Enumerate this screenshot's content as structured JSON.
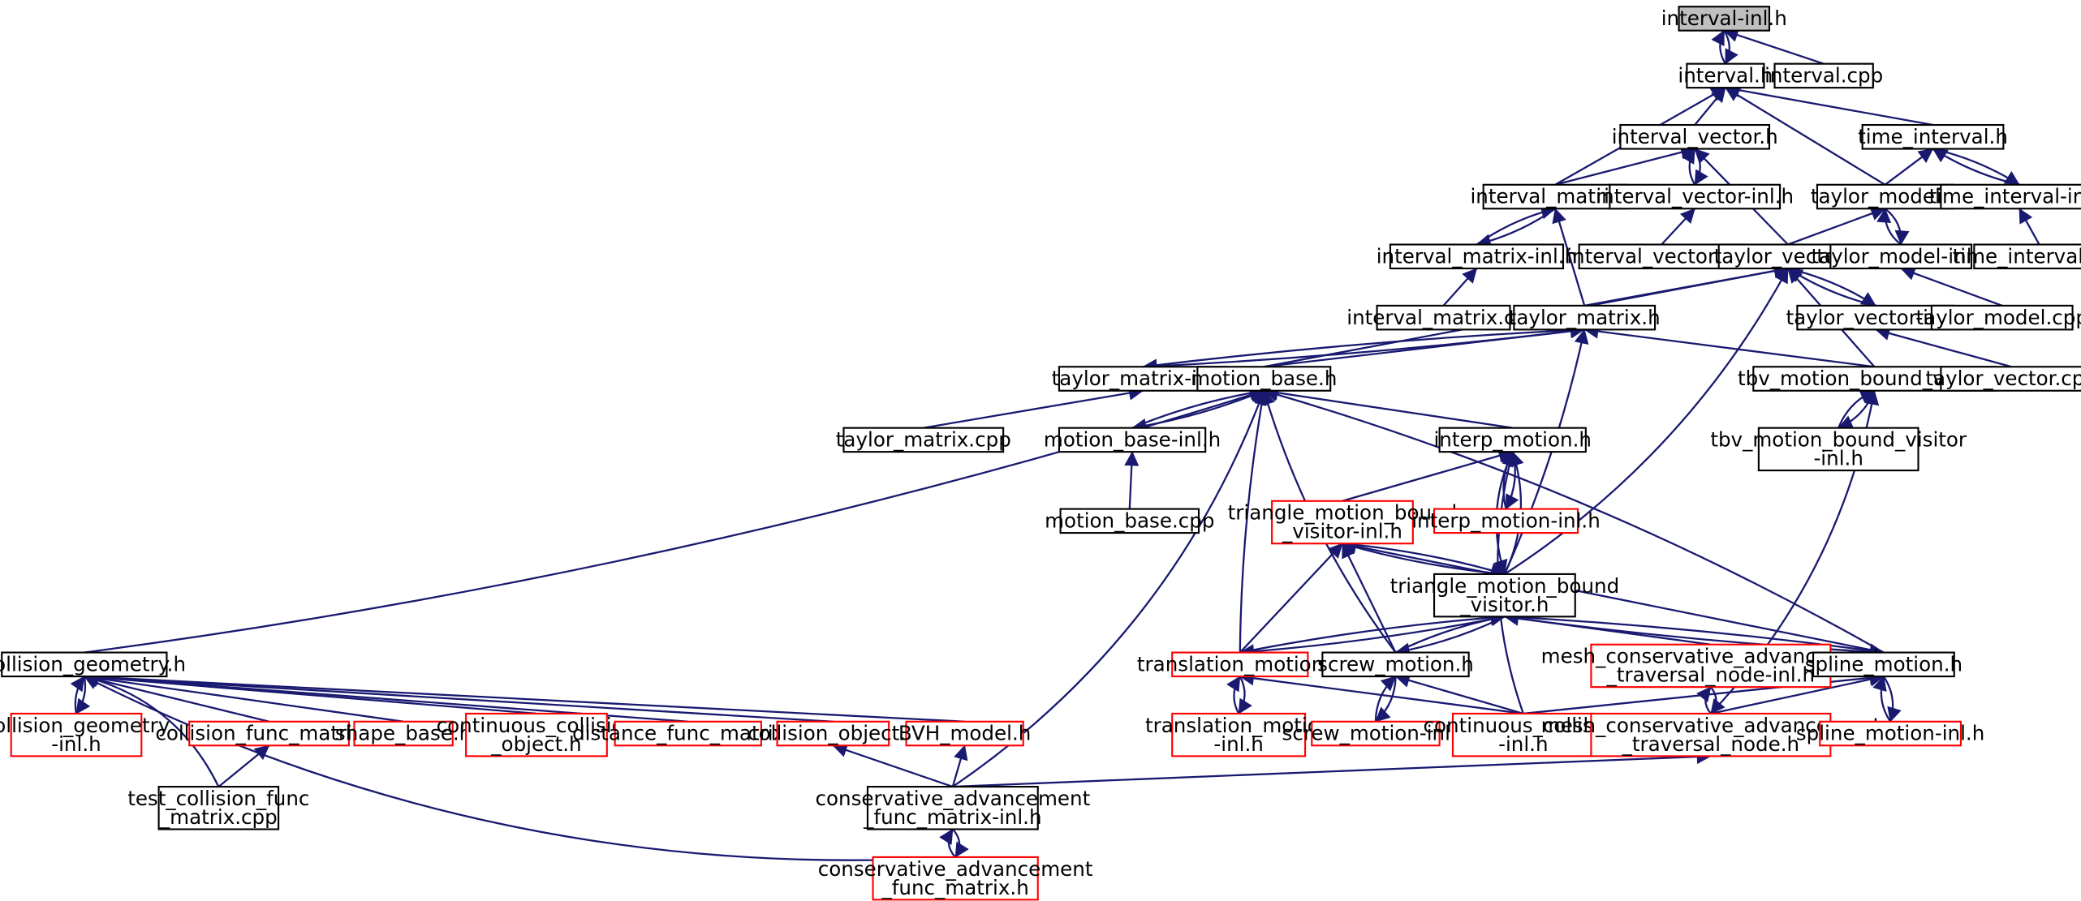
{
  "colors": {
    "edge": "#191970",
    "normal_border": "#000000",
    "truncated_border": "#ff0000",
    "root_fill": "#bfbfbf",
    "normal_fill": "#ffffff"
  },
  "nodes": [
    {
      "id": "n0",
      "lines": [
        "interval-inl.h"
      ],
      "style": "root"
    },
    {
      "id": "n1",
      "lines": [
        "interval.h"
      ],
      "style": "normal"
    },
    {
      "id": "n2",
      "lines": [
        "interval.cpp"
      ],
      "style": "normal"
    },
    {
      "id": "n3",
      "lines": [
        "interval_vector.h"
      ],
      "style": "normal"
    },
    {
      "id": "n4",
      "lines": [
        "time_interval.h"
      ],
      "style": "normal"
    },
    {
      "id": "n5",
      "lines": [
        "interval_matrix.h"
      ],
      "style": "normal"
    },
    {
      "id": "n6",
      "lines": [
        "interval_vector-inl.h"
      ],
      "style": "normal"
    },
    {
      "id": "n7",
      "lines": [
        "taylor_model.h"
      ],
      "style": "normal"
    },
    {
      "id": "n8",
      "lines": [
        "time_interval-inl.h"
      ],
      "style": "normal"
    },
    {
      "id": "n9",
      "lines": [
        "interval_matrix-inl.h"
      ],
      "style": "normal"
    },
    {
      "id": "n10",
      "lines": [
        "interval_vector.cpp"
      ],
      "style": "normal"
    },
    {
      "id": "n11",
      "lines": [
        "taylor_vector.h"
      ],
      "style": "normal"
    },
    {
      "id": "n12",
      "lines": [
        "taylor_model-inl.h"
      ],
      "style": "normal"
    },
    {
      "id": "n13",
      "lines": [
        "time_interval.cpp"
      ],
      "style": "normal"
    },
    {
      "id": "n14",
      "lines": [
        "interval_matrix.cpp"
      ],
      "style": "normal"
    },
    {
      "id": "n15",
      "lines": [
        "taylor_matrix.h"
      ],
      "style": "normal"
    },
    {
      "id": "n16",
      "lines": [
        "taylor_vector-inl.h"
      ],
      "style": "normal"
    },
    {
      "id": "n17",
      "lines": [
        "taylor_model.cpp"
      ],
      "style": "normal"
    },
    {
      "id": "n18",
      "lines": [
        "taylor_matrix-inl.h"
      ],
      "style": "normal"
    },
    {
      "id": "n19",
      "lines": [
        "motion_base.h"
      ],
      "style": "normal"
    },
    {
      "id": "n20",
      "lines": [
        "tbv_motion_bound_visitor.h"
      ],
      "style": "normal"
    },
    {
      "id": "n21",
      "lines": [
        "taylor_vector.cpp"
      ],
      "style": "normal"
    },
    {
      "id": "n22",
      "lines": [
        "taylor_matrix.cpp"
      ],
      "style": "normal"
    },
    {
      "id": "n23",
      "lines": [
        "motion_base-inl.h"
      ],
      "style": "normal"
    },
    {
      "id": "n24",
      "lines": [
        "interp_motion.h"
      ],
      "style": "normal"
    },
    {
      "id": "n25",
      "lines": [
        "tbv_motion_bound_visitor",
        "-inl.h"
      ],
      "style": "normal"
    },
    {
      "id": "n26",
      "lines": [
        "motion_base.cpp"
      ],
      "style": "normal"
    },
    {
      "id": "n27",
      "lines": [
        "triangle_motion_bound",
        "_visitor-inl.h"
      ],
      "style": "truncated"
    },
    {
      "id": "n28",
      "lines": [
        "interp_motion-inl.h"
      ],
      "style": "truncated"
    },
    {
      "id": "n29",
      "lines": [
        "triangle_motion_bound",
        "_visitor.h"
      ],
      "style": "normal"
    },
    {
      "id": "n30",
      "lines": [
        "collision_geometry.h"
      ],
      "style": "normal"
    },
    {
      "id": "n31",
      "lines": [
        "translation_motion.h"
      ],
      "style": "truncated"
    },
    {
      "id": "n32",
      "lines": [
        "screw_motion.h"
      ],
      "style": "normal"
    },
    {
      "id": "n33",
      "lines": [
        "mesh_conservative_advancement",
        "_traversal_node-inl.h"
      ],
      "style": "truncated"
    },
    {
      "id": "n34",
      "lines": [
        "spline_motion.h"
      ],
      "style": "normal"
    },
    {
      "id": "n35",
      "lines": [
        "collision_geometry",
        "-inl.h"
      ],
      "style": "truncated"
    },
    {
      "id": "n36",
      "lines": [
        "collision_func_matrix.h"
      ],
      "style": "truncated"
    },
    {
      "id": "n37",
      "lines": [
        "shape_base.h"
      ],
      "style": "truncated"
    },
    {
      "id": "n38",
      "lines": [
        "continuous_collision",
        "_object.h"
      ],
      "style": "truncated"
    },
    {
      "id": "n39",
      "lines": [
        "distance_func_matrix.h"
      ],
      "style": "truncated"
    },
    {
      "id": "n40",
      "lines": [
        "collision_object.h"
      ],
      "style": "truncated"
    },
    {
      "id": "n41",
      "lines": [
        "BVH_model.h"
      ],
      "style": "truncated"
    },
    {
      "id": "n42",
      "lines": [
        "translation_motion",
        "-inl.h"
      ],
      "style": "truncated"
    },
    {
      "id": "n43",
      "lines": [
        "screw_motion-inl.h"
      ],
      "style": "truncated"
    },
    {
      "id": "n44",
      "lines": [
        "continuous_collision",
        "-inl.h"
      ],
      "style": "truncated"
    },
    {
      "id": "n45",
      "lines": [
        "mesh_conservative_advancement",
        "_traversal_node.h"
      ],
      "style": "truncated"
    },
    {
      "id": "n46",
      "lines": [
        "spline_motion-inl.h"
      ],
      "style": "truncated"
    },
    {
      "id": "n47",
      "lines": [
        "test_collision_func",
        "_matrix.cpp"
      ],
      "style": "normal"
    },
    {
      "id": "n48",
      "lines": [
        "conservative_advancement",
        "_func_matrix-inl.h"
      ],
      "style": "normal"
    },
    {
      "id": "n49",
      "lines": [
        "conservative_advancement",
        "_func_matrix.h"
      ],
      "style": "truncated"
    }
  ],
  "edges": [
    [
      "n1",
      "n0"
    ],
    [
      "n0",
      "n1"
    ],
    [
      "n2",
      "n0"
    ],
    [
      "n3",
      "n1"
    ],
    [
      "n4",
      "n1"
    ],
    [
      "n5",
      "n1"
    ],
    [
      "n7",
      "n1"
    ],
    [
      "n5",
      "n3"
    ],
    [
      "n6",
      "n3"
    ],
    [
      "n3",
      "n6"
    ],
    [
      "n11",
      "n3"
    ],
    [
      "n7",
      "n4"
    ],
    [
      "n8",
      "n4"
    ],
    [
      "n4",
      "n8"
    ],
    [
      "n9",
      "n5"
    ],
    [
      "n5",
      "n9"
    ],
    [
      "n15",
      "n5"
    ],
    [
      "n10",
      "n6"
    ],
    [
      "n11",
      "n7"
    ],
    [
      "n12",
      "n7"
    ],
    [
      "n7",
      "n12"
    ],
    [
      "n13",
      "n8"
    ],
    [
      "n14",
      "n9"
    ],
    [
      "n15",
      "n11"
    ],
    [
      "n16",
      "n11"
    ],
    [
      "n11",
      "n16"
    ],
    [
      "n19",
      "n11"
    ],
    [
      "n20",
      "n11"
    ],
    [
      "n29",
      "n11"
    ],
    [
      "n17",
      "n12"
    ],
    [
      "n18",
      "n15"
    ],
    [
      "n15",
      "n18"
    ],
    [
      "n19",
      "n15"
    ],
    [
      "n20",
      "n15"
    ],
    [
      "n29",
      "n15"
    ],
    [
      "n21",
      "n16"
    ],
    [
      "n22",
      "n18"
    ],
    [
      "n19",
      "n18"
    ],
    [
      "n23",
      "n19"
    ],
    [
      "n19",
      "n23"
    ],
    [
      "n24",
      "n19"
    ],
    [
      "n30",
      "n19"
    ],
    [
      "n31",
      "n19"
    ],
    [
      "n32",
      "n19"
    ],
    [
      "n34",
      "n19"
    ],
    [
      "n48",
      "n19"
    ],
    [
      "n25",
      "n20"
    ],
    [
      "n20",
      "n25"
    ],
    [
      "n45",
      "n20"
    ],
    [
      "n26",
      "n23"
    ],
    [
      "n27",
      "n24"
    ],
    [
      "n28",
      "n24"
    ],
    [
      "n24",
      "n28"
    ],
    [
      "n29",
      "n24"
    ],
    [
      "n24",
      "n29"
    ],
    [
      "n44",
      "n24"
    ],
    [
      "n29",
      "n27"
    ],
    [
      "n27",
      "n29"
    ],
    [
      "n31",
      "n27"
    ],
    [
      "n32",
      "n27"
    ],
    [
      "n34",
      "n27"
    ],
    [
      "n31",
      "n29"
    ],
    [
      "n29",
      "n31"
    ],
    [
      "n32",
      "n29"
    ],
    [
      "n29",
      "n32"
    ],
    [
      "n33",
      "n29"
    ],
    [
      "n34",
      "n29"
    ],
    [
      "n29",
      "n34"
    ],
    [
      "n35",
      "n30"
    ],
    [
      "n30",
      "n35"
    ],
    [
      "n36",
      "n30"
    ],
    [
      "n37",
      "n30"
    ],
    [
      "n38",
      "n30"
    ],
    [
      "n39",
      "n30"
    ],
    [
      "n40",
      "n30"
    ],
    [
      "n41",
      "n30"
    ],
    [
      "n47",
      "n30"
    ],
    [
      "n49",
      "n30"
    ],
    [
      "n42",
      "n31"
    ],
    [
      "n31",
      "n42"
    ],
    [
      "n44",
      "n31"
    ],
    [
      "n43",
      "n32"
    ],
    [
      "n32",
      "n43"
    ],
    [
      "n44",
      "n32"
    ],
    [
      "n45",
      "n33"
    ],
    [
      "n33",
      "n45"
    ],
    [
      "n44",
      "n34"
    ],
    [
      "n45",
      "n34"
    ],
    [
      "n46",
      "n34"
    ],
    [
      "n34",
      "n46"
    ],
    [
      "n47",
      "n36"
    ],
    [
      "n48",
      "n40"
    ],
    [
      "n48",
      "n41"
    ],
    [
      "n48",
      "n45"
    ],
    [
      "n49",
      "n48"
    ],
    [
      "n48",
      "n49"
    ]
  ]
}
